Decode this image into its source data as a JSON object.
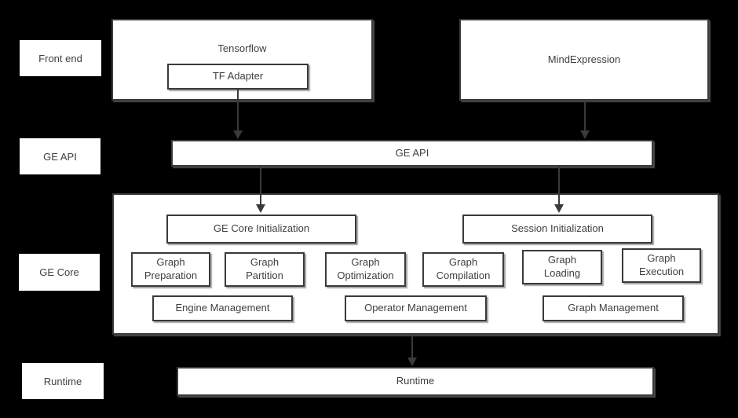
{
  "colors": {
    "background": "#000000",
    "box_fill": "#ffffff",
    "box_border": "#3a3a3a",
    "text": "#404040",
    "arrow": "#3a3a3a"
  },
  "rail": {
    "front_end": "Front end",
    "ge_api": "GE API",
    "ge_core": "GE Core",
    "runtime": "Runtime"
  },
  "front_end": {
    "tensorflow_title": "Tensorflow",
    "tf_adapter": "TF Adapter",
    "mind_expression": "MindExpression"
  },
  "ge_api": {
    "label": "GE API"
  },
  "ge_core": {
    "init_boxes": [
      {
        "label": "GE Core Initialization"
      },
      {
        "label": "Session Initialization"
      }
    ],
    "functions": [
      {
        "lines": [
          "Graph",
          "Preparation"
        ]
      },
      {
        "lines": [
          "Graph",
          "Partition"
        ]
      },
      {
        "lines": [
          "Graph",
          "Optimization"
        ]
      },
      {
        "lines": [
          "Graph",
          "Compilation"
        ]
      },
      {
        "lines": [
          "Graph",
          "Loading"
        ]
      },
      {
        "lines": [
          "Graph",
          "Execution"
        ]
      }
    ],
    "managers": [
      {
        "label": "Engine Management"
      },
      {
        "label": "Operator Management"
      },
      {
        "label": "Graph Management"
      }
    ]
  },
  "runtime": {
    "label": "Runtime"
  }
}
